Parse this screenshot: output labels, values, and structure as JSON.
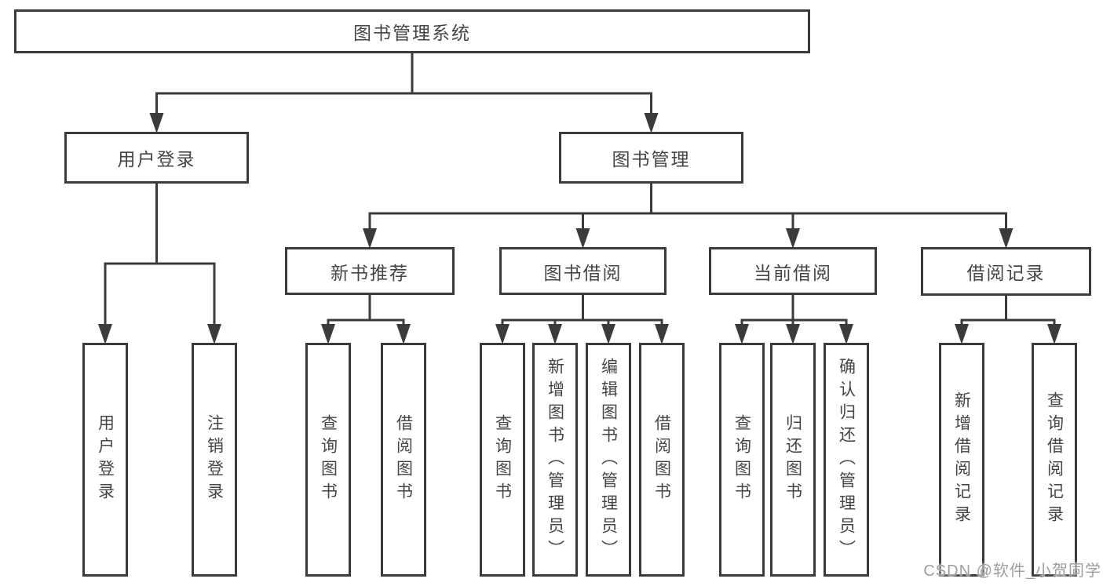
{
  "diagram": {
    "type": "hierarchy-tree",
    "root_label": "图书管理系统",
    "colors": {
      "line": "#3b3b3b",
      "node_border": "#3b3b3b",
      "node_text": "#454545",
      "node_background": "#ffffff",
      "canvas_background": "#ffffff",
      "watermark": "#9e9e9e"
    },
    "nodes": [
      {
        "id": "root",
        "parent": null,
        "label": "图书管理系统",
        "orientation": "horizontal",
        "level": 1
      },
      {
        "id": "user-login",
        "parent": "root",
        "label": "用户登录",
        "orientation": "horizontal",
        "level": 2
      },
      {
        "id": "book-mgmt",
        "parent": "root",
        "label": "图书管理",
        "orientation": "horizontal",
        "level": 2
      },
      {
        "id": "new-book-recommend",
        "parent": "book-mgmt",
        "label": "新书推荐",
        "orientation": "horizontal",
        "level": 3
      },
      {
        "id": "book-borrow",
        "parent": "book-mgmt",
        "label": "图书借阅",
        "orientation": "horizontal",
        "level": 3
      },
      {
        "id": "current-borrow",
        "parent": "book-mgmt",
        "label": "当前借阅",
        "orientation": "horizontal",
        "level": 3
      },
      {
        "id": "borrow-records",
        "parent": "book-mgmt",
        "label": "借阅记录",
        "orientation": "horizontal",
        "level": 3
      },
      {
        "id": "leaf-user-login",
        "parent": "user-login",
        "label": "用户登录",
        "orientation": "vertical",
        "level": 4
      },
      {
        "id": "leaf-logout",
        "parent": "user-login",
        "label": "注销登录",
        "orientation": "vertical",
        "level": 4
      },
      {
        "id": "leaf-query-book-1",
        "parent": "new-book-recommend",
        "label": "查询图书",
        "orientation": "vertical",
        "level": 4
      },
      {
        "id": "leaf-borrow-book-1",
        "parent": "new-book-recommend",
        "label": "借阅图书",
        "orientation": "vertical",
        "level": 4
      },
      {
        "id": "leaf-query-book-2",
        "parent": "book-borrow",
        "label": "查询图书",
        "orientation": "vertical",
        "level": 4
      },
      {
        "id": "leaf-add-book",
        "parent": "book-borrow",
        "label": "新增图书（管理员）",
        "orientation": "vertical",
        "level": 4
      },
      {
        "id": "leaf-edit-book",
        "parent": "book-borrow",
        "label": "编辑图书（管理员）",
        "orientation": "vertical",
        "level": 4
      },
      {
        "id": "leaf-borrow-book-2",
        "parent": "book-borrow",
        "label": "借阅图书",
        "orientation": "vertical",
        "level": 4
      },
      {
        "id": "leaf-query-book-3",
        "parent": "current-borrow",
        "label": "查询图书",
        "orientation": "vertical",
        "level": 4
      },
      {
        "id": "leaf-return-book",
        "parent": "current-borrow",
        "label": "归还图书",
        "orientation": "vertical",
        "level": 4
      },
      {
        "id": "leaf-confirm-return",
        "parent": "current-borrow",
        "label": "确认归还（管理员）",
        "orientation": "vertical",
        "level": 4
      },
      {
        "id": "leaf-add-borrow-record",
        "parent": "borrow-records",
        "label": "新增借阅记录",
        "orientation": "vertical",
        "level": 4
      },
      {
        "id": "leaf-query-borrow-record",
        "parent": "borrow-records",
        "label": "查询借阅记录",
        "orientation": "vertical",
        "level": 4
      }
    ],
    "watermark": {
      "text": "CSDN @软件_小贺同学"
    }
  }
}
